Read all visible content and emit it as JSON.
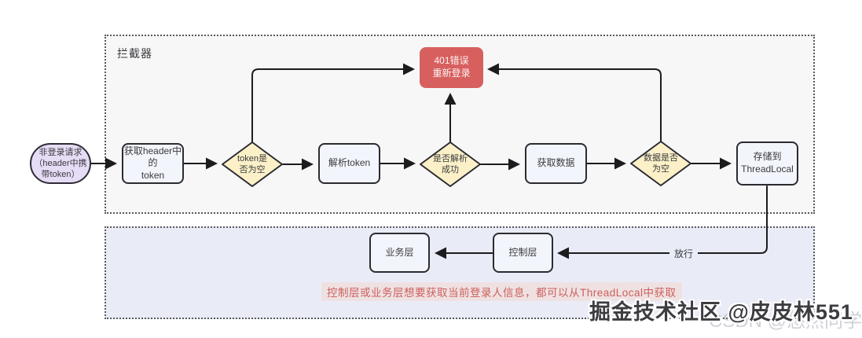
{
  "interceptor": {
    "label": "拦截器"
  },
  "nodes": {
    "start": {
      "label": "非登录请求\n（header中携\n带token）"
    },
    "get_token": {
      "label": "获取header中的\ntoken"
    },
    "token_empty": {
      "label": "token是\n否为空"
    },
    "parse_token": {
      "label": "解析token"
    },
    "parse_ok": {
      "label": "是否解析\n成功"
    },
    "get_data": {
      "label": "获取数据"
    },
    "data_empty": {
      "label": "数据是否\n为空"
    },
    "store_threadlocal": {
      "label": "存储到\nThreadLocal"
    },
    "error_401": {
      "label": "401错误\n重新登录"
    },
    "service_layer": {
      "label": "业务层"
    },
    "controller_layer": {
      "label": "控制层"
    }
  },
  "edges": {
    "release_label": "放行"
  },
  "annotation": {
    "text": "控制层或业务层想要获取当前登录人信息，都可以从ThreadLocal中获取"
  },
  "watermark": {
    "main": "掘金技术社区 @皮皮林551",
    "faint": "CSDN @悠然同学"
  },
  "colors": {
    "error_red": "#d7605f",
    "diamond_yellow": "#fbf0c8",
    "ellipse_purple": "#e6dcf5",
    "rect_fill": "#f3f5fc",
    "interceptor_fill": "#f7f7f8",
    "lower_fill": "#e9ecf7",
    "annotation_red": "#cd5f5f"
  }
}
